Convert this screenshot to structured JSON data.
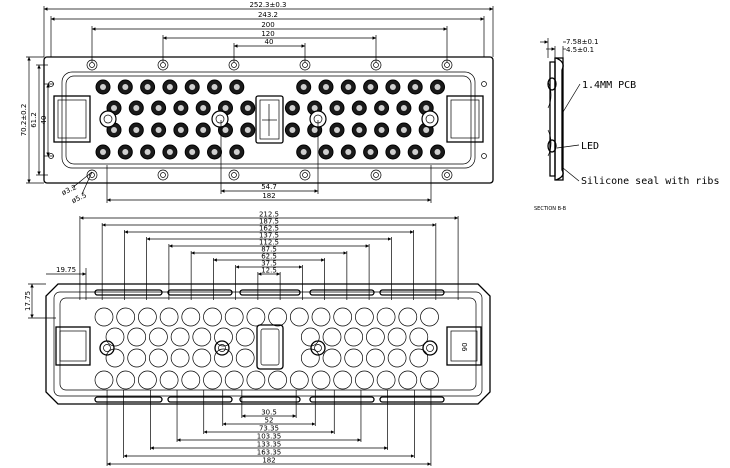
{
  "top_view": {
    "width_dims": [
      "252.3±0.3",
      "243.2",
      "200",
      "120",
      "40"
    ],
    "height_dims": [
      "70.2±0.2",
      "61.2",
      "40"
    ],
    "hole_dims": [
      "ø3.2",
      "ø5.5"
    ],
    "bottom_dims": [
      "54.7",
      "182"
    ]
  },
  "section_view": {
    "dims": [
      "7.58±0.1",
      "4.5±0.1"
    ],
    "callouts": [
      "1.4MM PCB",
      "LED",
      "Silicone seal with ribs"
    ],
    "title": "SECTION B-B"
  },
  "bottom_view": {
    "top_dims": [
      "212.5",
      "187.5",
      "162.5",
      "137.5",
      "112.5",
      "87.5",
      "62.5",
      "37.5",
      "12.5"
    ],
    "left_dims": [
      "19.75",
      "17.75"
    ],
    "bottom_dims": [
      "30.5",
      "52",
      "73.35",
      "103.35",
      "133.35",
      "163.35",
      "182"
    ],
    "marking": "06"
  }
}
